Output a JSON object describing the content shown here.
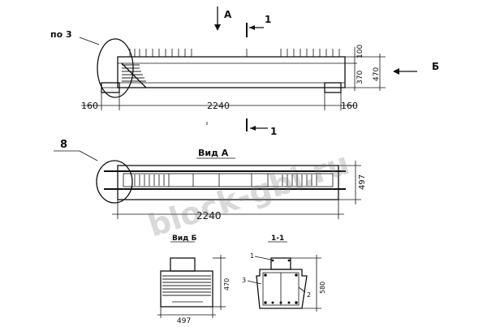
{
  "labels": {
    "view_a_arrow": "А",
    "view_b_arrow": "Б",
    "section_top": "1",
    "section_bottom": "1",
    "ref_po3": "по 3",
    "ref_8": "8",
    "view_a_title": "Вид А",
    "view_b_title": "Вид Б",
    "section_title": "1-1",
    "callout_1": "1",
    "callout_2": "2",
    "callout_3": "3"
  },
  "dimensions": {
    "top_100": "100",
    "top_370": "370",
    "top_470": "470",
    "overall_length_top": "2240",
    "support_left": "160",
    "support_right": "160",
    "plan_width_497": "497",
    "overall_length_plan": "2240",
    "view_b_height": "470",
    "view_b_width": "497",
    "section_height": "580"
  },
  "watermark": "block-gbi.ru"
}
